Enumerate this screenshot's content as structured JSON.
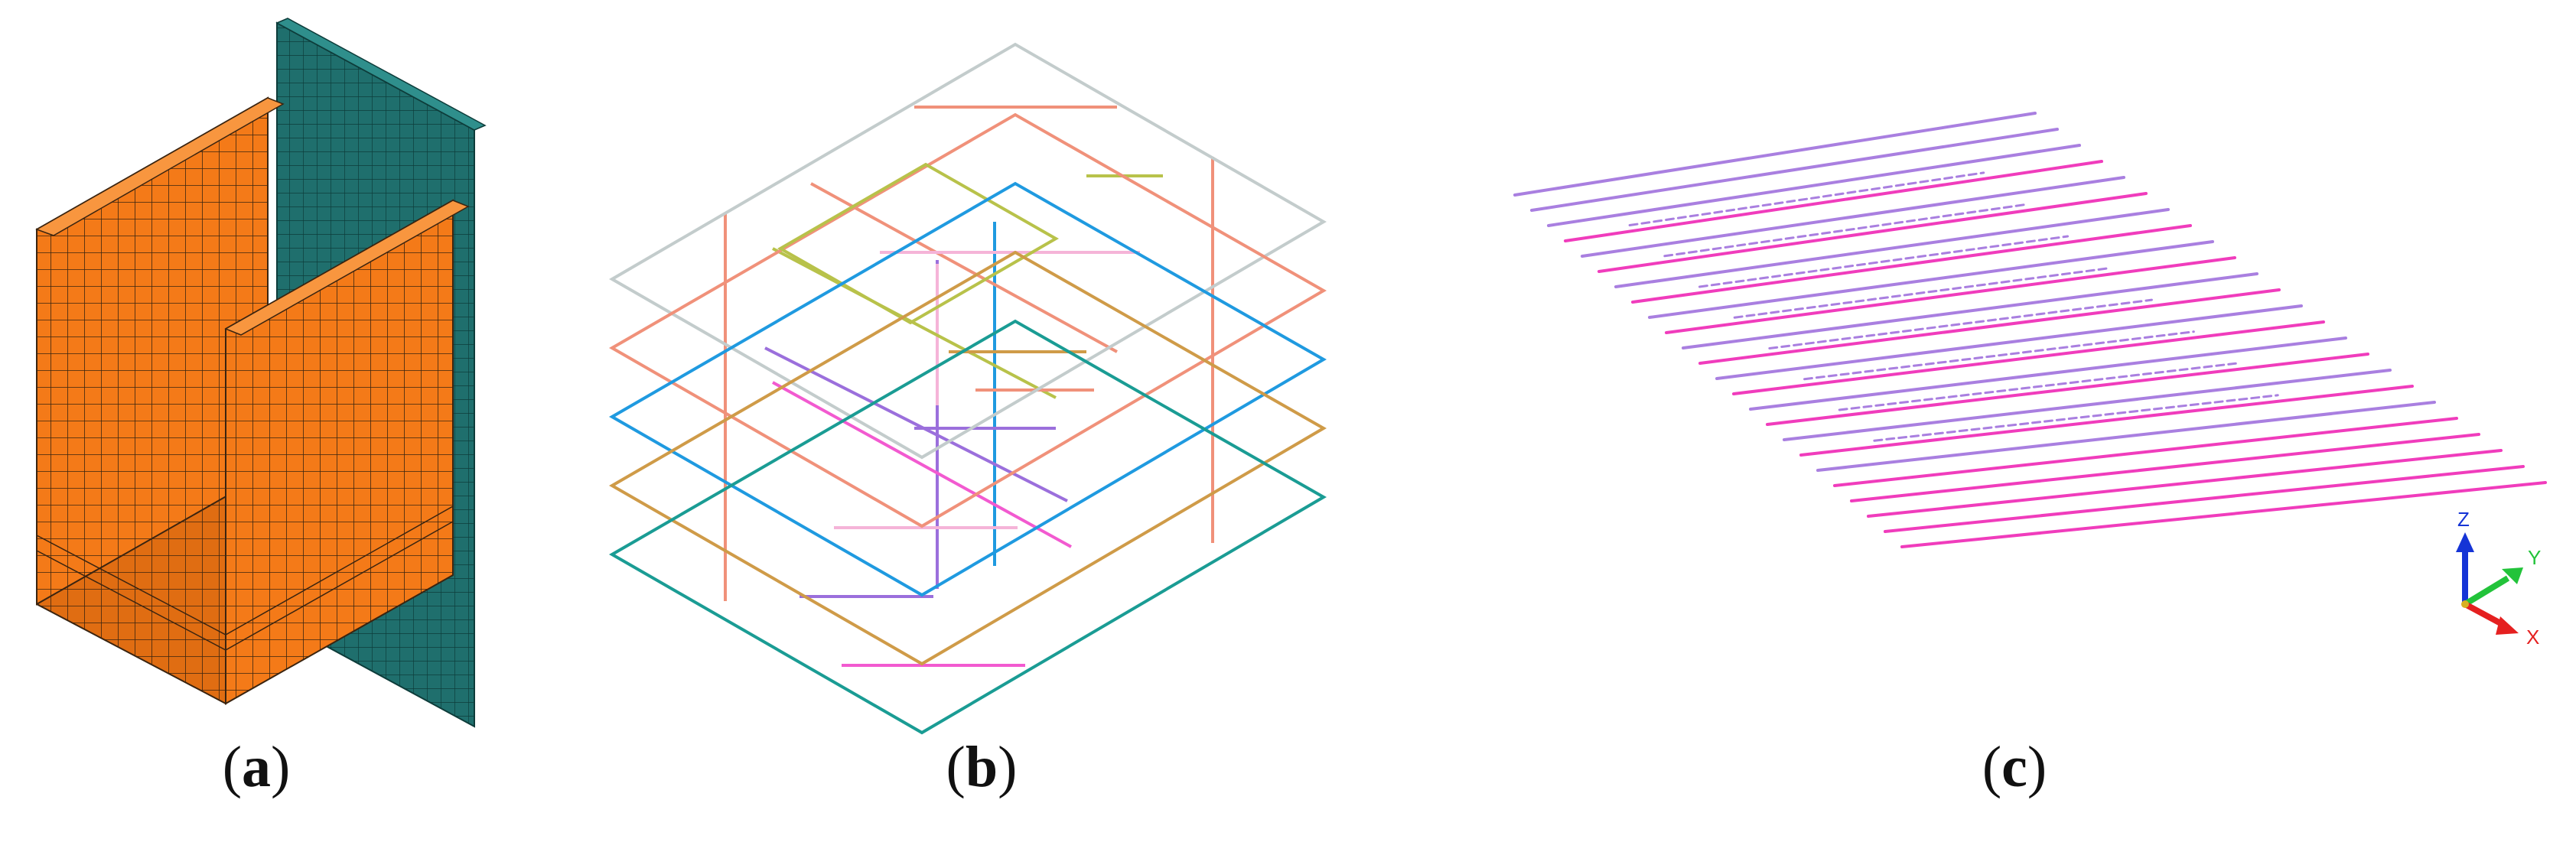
{
  "panels": [
    {
      "id": "a",
      "caption_open": "(",
      "caption_letter": "a",
      "caption_close": ")"
    },
    {
      "id": "b",
      "caption_open": "(",
      "caption_letter": "b",
      "caption_close": ")"
    },
    {
      "id": "c",
      "caption_open": "(",
      "caption_letter": "c",
      "caption_close": ")"
    }
  ],
  "triad": {
    "x_label": "X",
    "y_label": "Y",
    "z_label": "Z"
  },
  "colors": {
    "orange_mesh": "#f47a18",
    "orange_mesh_dark": "#c75f0c",
    "teal_wall": "#1f6f6d",
    "mesh_line": "#2a1a0a",
    "frame_grey": "#c3cccc",
    "frame_salmon": "#f0917a",
    "frame_olive": "#b8c24a",
    "frame_blue": "#1f9ae0",
    "frame_gold": "#cf9b48",
    "frame_teal": "#1a9c94",
    "frame_purple": "#9b6fdc",
    "frame_pink": "#f25ad0",
    "frame_lightpink": "#f5b4d8",
    "rebar_purple": "#a97fe0",
    "rebar_magenta": "#f03cbc",
    "axis_x": "#e52020",
    "axis_y": "#22c33a",
    "axis_z": "#1534d6"
  }
}
